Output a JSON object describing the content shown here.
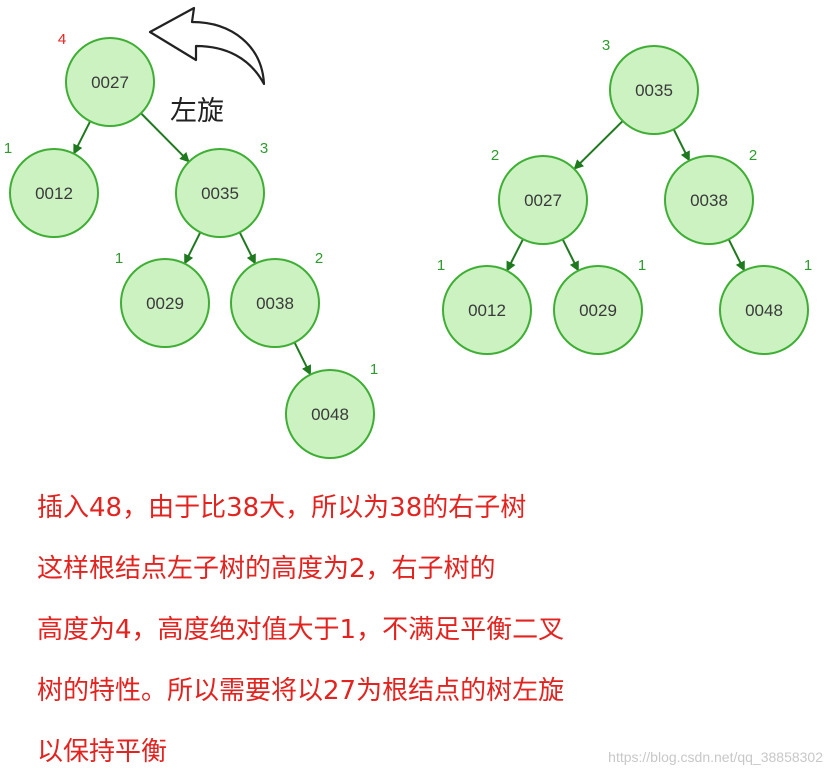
{
  "colors": {
    "node_fill": "#ccf2c2",
    "node_stroke": "#3fae34",
    "edge": "#1f7a1f",
    "height_red": "#e3231f",
    "height_green": "#2f9a2f",
    "text_red": "#e3231f"
  },
  "rotation_label": "左旋",
  "before_tree": {
    "nodes": [
      {
        "id": "n27",
        "label": "0027",
        "height": "4",
        "height_color": "red"
      },
      {
        "id": "n12",
        "label": "0012",
        "height": "1",
        "height_color": "green"
      },
      {
        "id": "n35",
        "label": "0035",
        "height": "3",
        "height_color": "green"
      },
      {
        "id": "n29",
        "label": "0029",
        "height": "1",
        "height_color": "green"
      },
      {
        "id": "n38",
        "label": "0038",
        "height": "2",
        "height_color": "green"
      },
      {
        "id": "n48",
        "label": "0048",
        "height": "1",
        "height_color": "green"
      }
    ],
    "edges": [
      [
        "n27",
        "n12"
      ],
      [
        "n27",
        "n35"
      ],
      [
        "n35",
        "n29"
      ],
      [
        "n35",
        "n38"
      ],
      [
        "n38",
        "n48"
      ]
    ]
  },
  "after_tree": {
    "nodes": [
      {
        "id": "m35",
        "label": "0035",
        "height": "3",
        "height_color": "green"
      },
      {
        "id": "m27",
        "label": "0027",
        "height": "2",
        "height_color": "green"
      },
      {
        "id": "m38",
        "label": "0038",
        "height": "2",
        "height_color": "green"
      },
      {
        "id": "m12",
        "label": "0012",
        "height": "1",
        "height_color": "green"
      },
      {
        "id": "m29",
        "label": "0029",
        "height": "1",
        "height_color": "green"
      },
      {
        "id": "m48",
        "label": "0048",
        "height": "1",
        "height_color": "green"
      }
    ],
    "edges": [
      [
        "m35",
        "m27"
      ],
      [
        "m35",
        "m38"
      ],
      [
        "m27",
        "m12"
      ],
      [
        "m27",
        "m29"
      ],
      [
        "m38",
        "m48"
      ]
    ]
  },
  "description": {
    "lines": [
      "插入48，由于比38大，所以为38的右子树",
      "这样根结点左子树的高度为2，右子树的",
      "高度为4，高度绝对值大于1，不满足平衡二叉",
      "树的特性。所以需要将以27为根结点的树左旋",
      "以保持平衡"
    ]
  },
  "watermark": "https://blog.csdn.net/qq_38858302"
}
